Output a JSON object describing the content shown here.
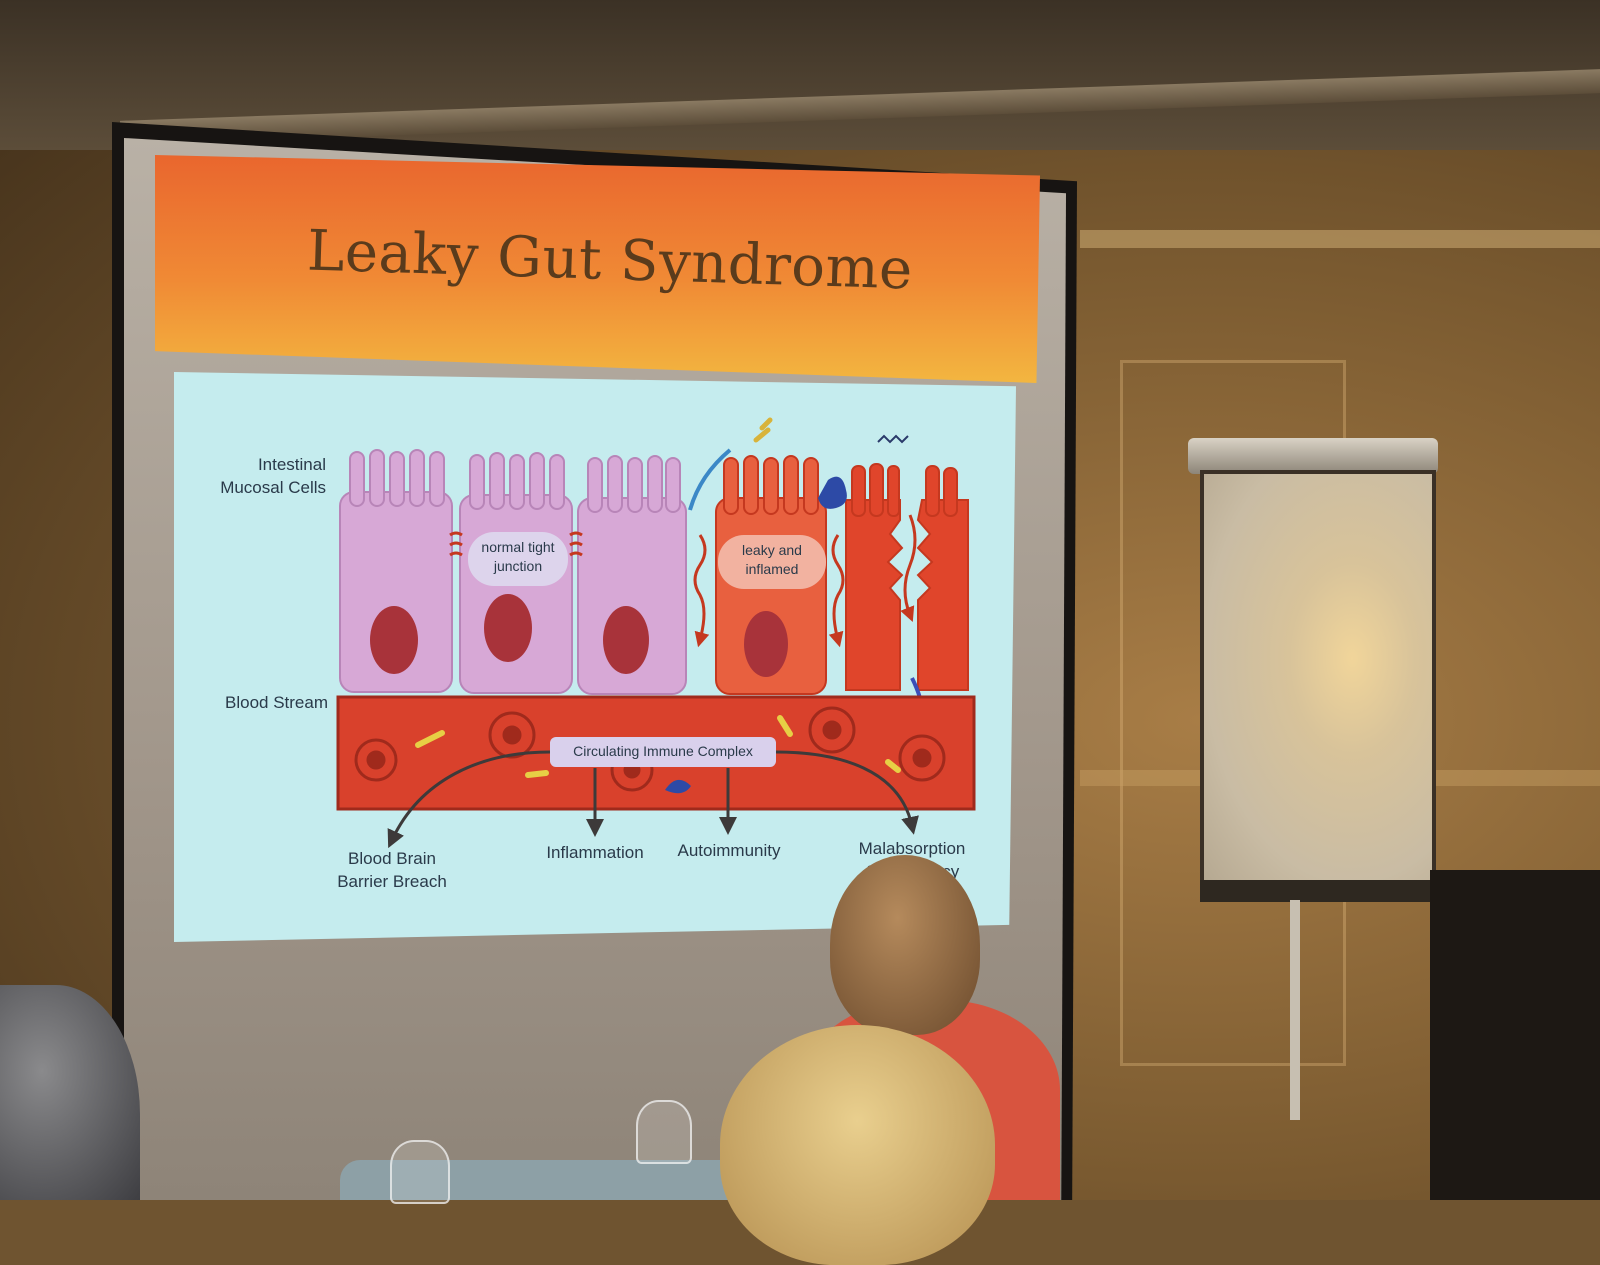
{
  "slide": {
    "title": "Leaky Gut Syndrome",
    "labels": {
      "intestinal_mucosal_cells": [
        "Intestinal",
        "Mucosal Cells"
      ],
      "blood_stream": "Blood Stream",
      "normal_tight_junction": [
        "normal tight",
        "junction"
      ],
      "leaky_and_inflamed": [
        "leaky and",
        "inflamed"
      ],
      "circulating_immune_complex": "Circulating Immune Complex"
    },
    "outcomes": {
      "blood_brain": [
        "Blood Brain",
        "Barrier Breach"
      ],
      "inflammation": "Inflammation",
      "autoimmunity": "Autoimmunity",
      "malabsorption": [
        "Malabsorption",
        "& Deficiency"
      ]
    }
  },
  "colors": {
    "header_top": "#e9662e",
    "header_bottom": "#f3b640",
    "slide_bg": "#c5ecee",
    "normal_cell": "#d7a8d6",
    "inflamed_cell": "#e8603f",
    "blood_vessel": "#d9412c",
    "nucleus": "#a8333a",
    "title_text": "#5a3b1c"
  }
}
